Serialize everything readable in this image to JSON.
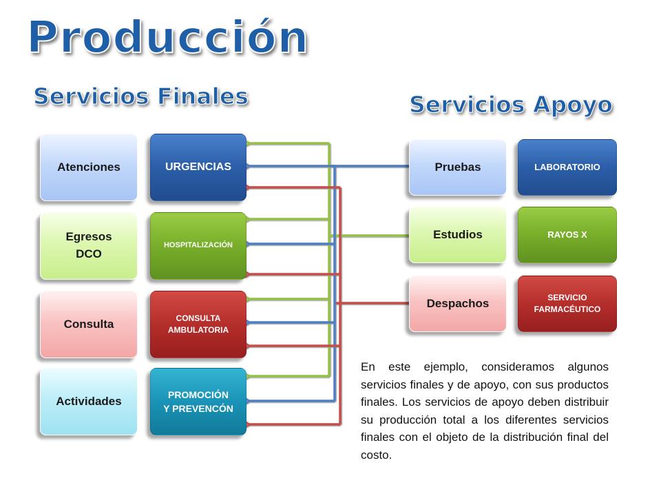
{
  "title": "Producción",
  "servicios_finales": {
    "heading": "Servicios Finales",
    "productos": [
      {
        "label": "Atenciones",
        "color": "#b7d1f9"
      },
      {
        "label": "Egresos\nDCO",
        "color": "#d6f5a8"
      },
      {
        "label": "Consulta",
        "color": "#f8b9b9"
      },
      {
        "label": "Actividades",
        "color": "#b3ebf6"
      }
    ],
    "servicios": [
      {
        "label": "URGENCIAS",
        "color": "#2b5ea8"
      },
      {
        "label": "HOSPITALIZACIÓN",
        "color": "#78ae2a"
      },
      {
        "label": "CONSULTA\nAMBULATORIA",
        "color": "#b42e2b"
      },
      {
        "label": "PROMOCIÓN\nY PREVENCÓN",
        "color": "#1a93b6"
      }
    ]
  },
  "servicios_apoyo": {
    "heading": "Servicios Apoyo",
    "productos": [
      {
        "label": "Pruebas",
        "color": "#b7d1f9"
      },
      {
        "label": "Estudios",
        "color": "#d6f5a8"
      },
      {
        "label": "Despachos",
        "color": "#f8b9b9"
      }
    ],
    "servicios": [
      {
        "label": "LABORATORIO",
        "color": "#2b5ea8"
      },
      {
        "label": "RAYOS X",
        "color": "#78ae2a"
      },
      {
        "label": "SERVICIO\nFARMACÉUTICO",
        "color": "#b42e2b"
      }
    ]
  },
  "flow_colors": {
    "laboratorio": "#4f7fc0",
    "rayos_x": "#96bf4a",
    "farmaceutico": "#c0504d"
  },
  "description": "En este ejemplo, consideramos algunos servicios finales y de apoyo, con sus productos finales. Los servicios de apoyo deben distribuir su producción total a los diferentes servicios finales con el objeto de la distribución final del costo."
}
